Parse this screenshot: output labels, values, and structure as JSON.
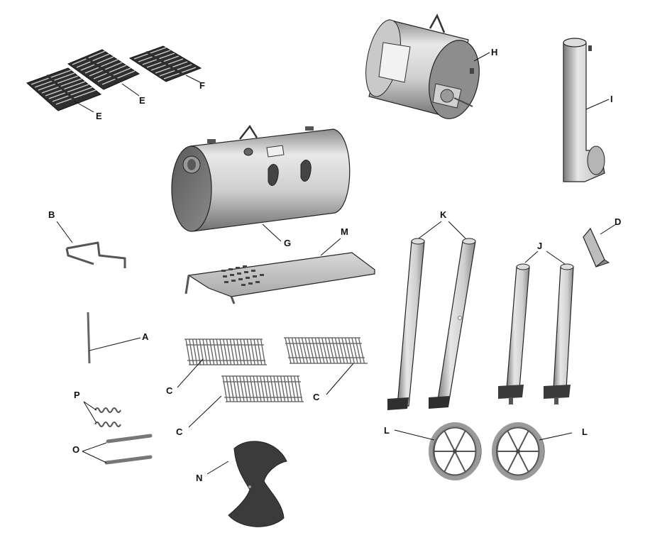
{
  "diagram": {
    "type": "exploded parts diagram",
    "parts": [
      {
        "id": "E1",
        "letter": "E",
        "icon": "cooking-grate-icon"
      },
      {
        "id": "E2",
        "letter": "E",
        "icon": "cooking-grate-icon"
      },
      {
        "id": "F",
        "letter": "F",
        "icon": "cooking-grate-icon"
      },
      {
        "id": "H",
        "letter": "H",
        "icon": "firebox-icon"
      },
      {
        "id": "I",
        "letter": "I",
        "icon": "smokestack-icon"
      },
      {
        "id": "G",
        "letter": "G",
        "icon": "main-chamber-icon"
      },
      {
        "id": "B",
        "letter": "B",
        "icon": "wire-handle-icon"
      },
      {
        "id": "M",
        "letter": "M",
        "icon": "front-shelf-icon"
      },
      {
        "id": "K",
        "letter": "K",
        "icon": "long-leg-icon"
      },
      {
        "id": "J",
        "letter": "J",
        "icon": "short-leg-icon"
      },
      {
        "id": "D",
        "letter": "D",
        "icon": "bracket-icon"
      },
      {
        "id": "A",
        "letter": "A",
        "icon": "rod-icon"
      },
      {
        "id": "C1",
        "letter": "C",
        "icon": "wire-rack-icon"
      },
      {
        "id": "C2",
        "letter": "C",
        "icon": "wire-rack-icon"
      },
      {
        "id": "C3",
        "letter": "C",
        "icon": "wire-rack-icon"
      },
      {
        "id": "P",
        "letter": "P",
        "icon": "spring-icon"
      },
      {
        "id": "O",
        "letter": "O",
        "icon": "axle-icon"
      },
      {
        "id": "L1",
        "letter": "L",
        "icon": "wheel-icon"
      },
      {
        "id": "L2",
        "letter": "L",
        "icon": "wheel-icon"
      },
      {
        "id": "N",
        "letter": "N",
        "icon": "heat-baffle-icon"
      }
    ]
  },
  "colors": {
    "line": "#222222",
    "metal_light": "#e6e6e6",
    "metal_mid": "#b9b9b9",
    "metal_dark": "#6e6e6e",
    "plate": "#3b3b3b",
    "grate": "#555555"
  }
}
